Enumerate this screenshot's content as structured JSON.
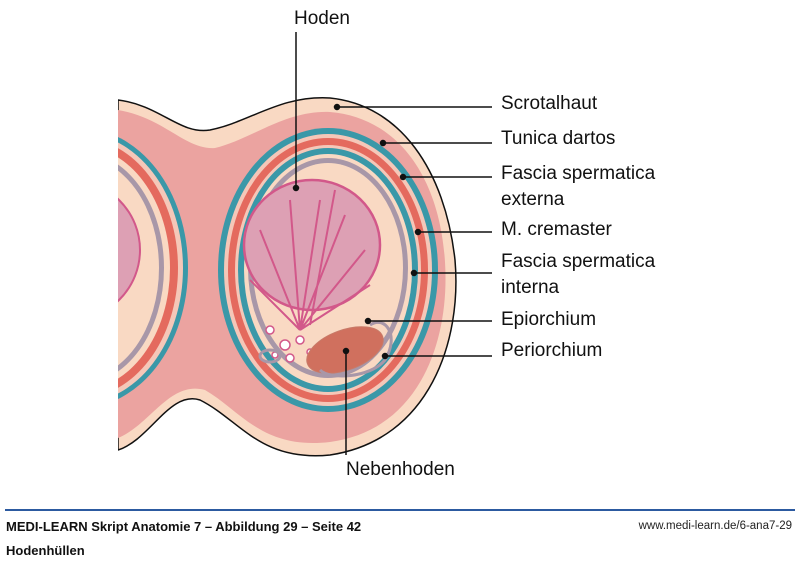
{
  "figure": {
    "labels": {
      "hoden": "Hoden",
      "scrotalhaut": "Scrotalhaut",
      "tunica_dartos": "Tunica dartos",
      "fascia_externa": "Fascia spermatica\nexterna",
      "cremaster": "M. cremaster",
      "fascia_interna": "Fascia spermatica\ninterna",
      "epiorchium": "Epiorchium",
      "periorchium": "Periorchium",
      "nebenhoden": "Nebenhoden"
    },
    "colors": {
      "skin": "#f9d9c3",
      "dartos": "#eba3a0",
      "fascia": "#3a98a8",
      "cremaster": "#e46a5e",
      "serosa": "#a897a8",
      "testis": "#dda0b4",
      "epididymis": "#d0705e"
    }
  },
  "footer": {
    "title": "MEDI-LEARN Skript Anatomie 7 – Abbildung 29 – Seite 42",
    "subtitle": "Hodenhüllen",
    "url": "www.medi-learn.de/6-ana7-29"
  }
}
